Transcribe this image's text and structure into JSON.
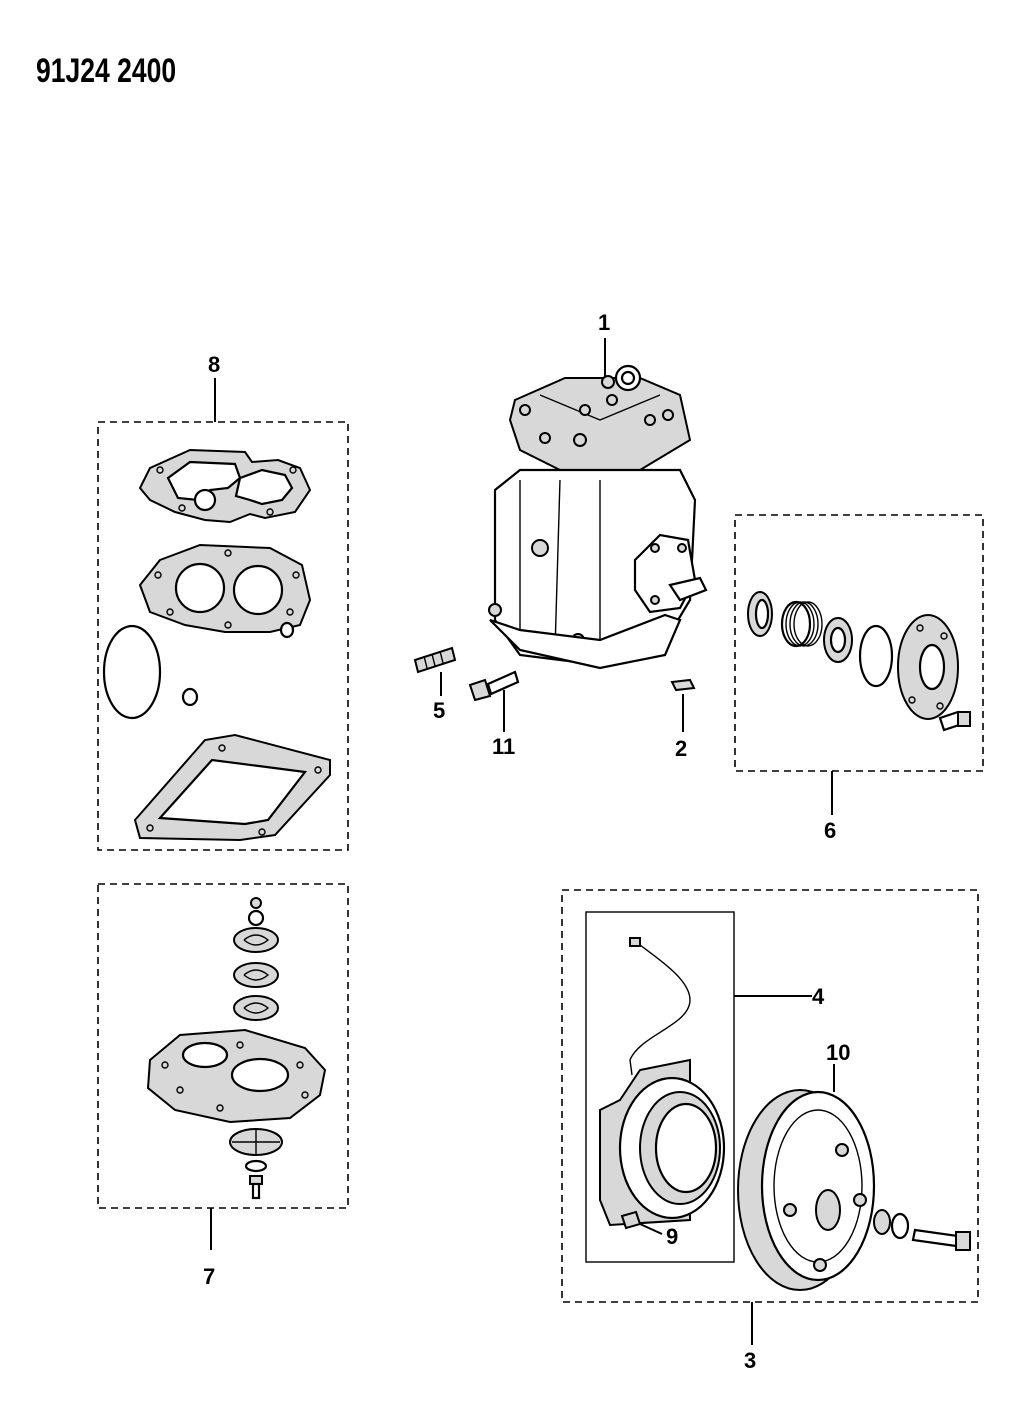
{
  "drawing_id": "91J24 2400",
  "callouts": {
    "c1": "1",
    "c2": "2",
    "c3": "3",
    "c4": "4",
    "c5": "5",
    "c6": "6",
    "c7": "7",
    "c8": "8",
    "c9": "9",
    "c10": "10",
    "c11": "11"
  }
}
